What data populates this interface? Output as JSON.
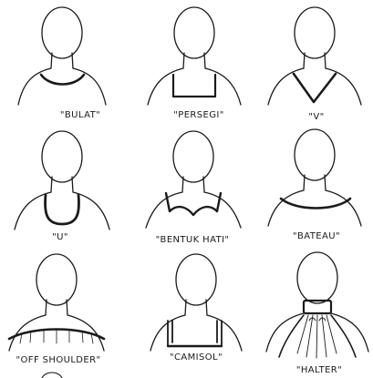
{
  "neckline_labels": [
    "\"BULAT\"",
    "\"PERSEGI\"",
    "\"V\"",
    "\"U\"",
    "\"BENTUK HATI\"",
    "\"BATEAU\"",
    "\"OFF SHOULDER\"",
    "\"CAMISOL\"",
    "\"HALTER\""
  ]
}
